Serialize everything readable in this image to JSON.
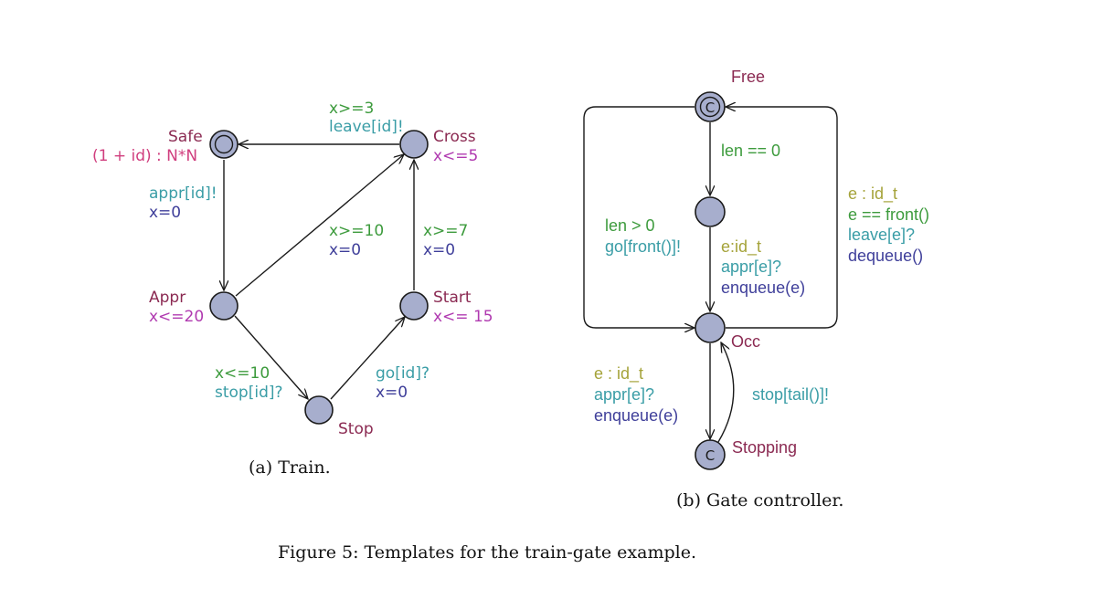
{
  "colors": {
    "location": "#8b2a52",
    "invariant": "#b03ab0",
    "guard": "#3d9b3d",
    "sync": "#3a9da6",
    "update": "#3f3f9a",
    "select": "#a5a33a",
    "safe_invariant": "#d03e7e",
    "node_fill": "#a7aecd"
  },
  "train": {
    "caption": "(a) Train.",
    "locations": {
      "safe": {
        "name": "Safe",
        "invariant": "(1 + id) : N*N"
      },
      "cross": {
        "name": "Cross",
        "invariant": "x<=5"
      },
      "appr": {
        "name": "Appr",
        "invariant": "x<=20"
      },
      "start": {
        "name": "Start",
        "invariant": "x<= 15"
      },
      "stop": {
        "name": "Stop"
      }
    },
    "edges": {
      "cross_safe": {
        "guard": "x>=3",
        "sync": "leave[id]!"
      },
      "safe_appr": {
        "sync": "appr[id]!",
        "update": "x=0"
      },
      "appr_cross": {
        "guard": "x>=10",
        "update": "x=0"
      },
      "start_cross": {
        "guard": "x>=7",
        "update": "x=0"
      },
      "appr_stop": {
        "guard": "x<=10",
        "sync": "stop[id]?"
      },
      "stop_start": {
        "sync": "go[id]?",
        "update": "x=0"
      }
    }
  },
  "gate": {
    "caption": "(b) Gate controller.",
    "locations": {
      "free": {
        "name": "Free",
        "symbol": "C"
      },
      "occ": {
        "name": "Occ"
      },
      "stopping": {
        "name": "Stopping",
        "symbol": "C"
      }
    },
    "edges": {
      "free_mid": {
        "guard": "len == 0"
      },
      "mid_occ": {
        "select": "e:id_t",
        "sync": "appr[e]?",
        "update": "enqueue(e)"
      },
      "free_occ_left": {
        "guard": "len > 0",
        "sync": "go[front()]!"
      },
      "occ_free_right": {
        "select": "e : id_t",
        "guard": "e == front()",
        "sync": "leave[e]?",
        "update": "dequeue()"
      },
      "occ_stopping": {
        "select": "e : id_t",
        "sync": "appr[e]?",
        "update": "enqueue(e)"
      },
      "stopping_occ": {
        "sync": "stop[tail()]!"
      }
    }
  },
  "figure_caption": "Figure 5: Templates for the train-gate example."
}
